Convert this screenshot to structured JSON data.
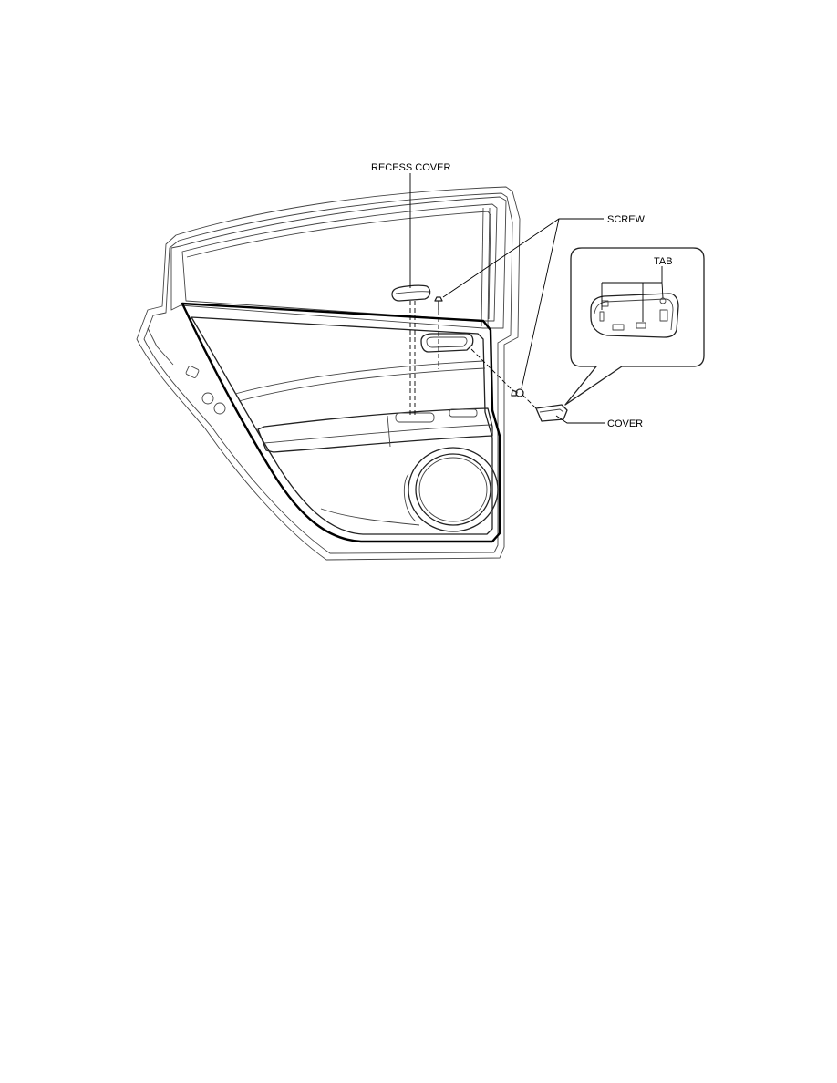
{
  "labels": {
    "recess_cover": "RECESS COVER",
    "screw": "SCREW",
    "tab": "TAB",
    "cover": "COVER"
  }
}
